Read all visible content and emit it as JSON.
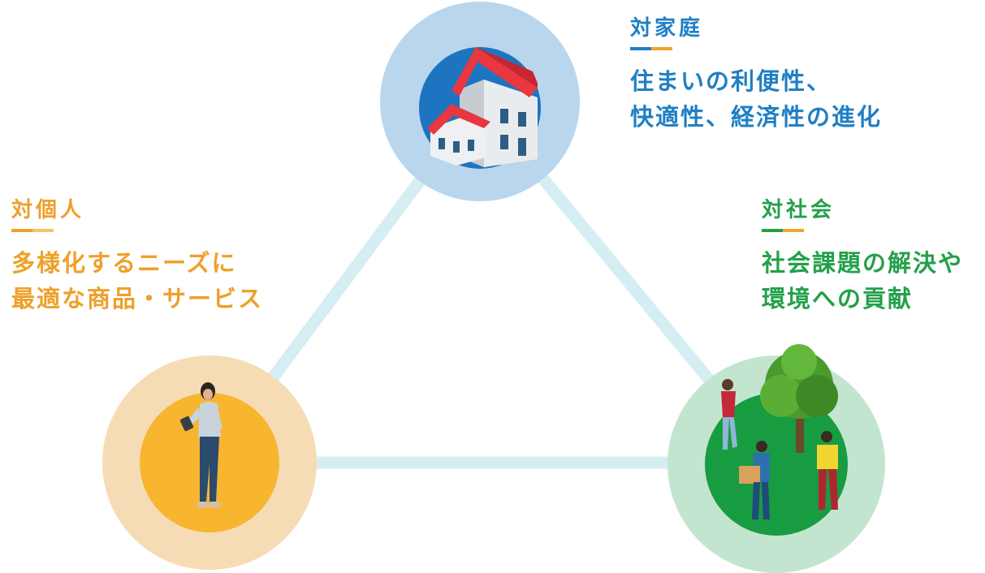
{
  "colors": {
    "household": "#1f7fc4",
    "individual": "#eea02a",
    "society": "#23a04a",
    "connector": "#d5eef4",
    "household_outer": "#b9d6ec",
    "household_inner": "#1d74c0",
    "individual_outer": "#f6dcb4",
    "individual_inner": "#f7b530",
    "society_outer": "#c3e5cf",
    "society_inner": "#179c42"
  },
  "household": {
    "heading": "対家庭",
    "lines": [
      "住まいの利便性、",
      "快適性、経済性の進化"
    ]
  },
  "individual": {
    "heading": "対個人",
    "lines": [
      "多様化するニーズに",
      "最適な商品・サービス"
    ]
  },
  "society": {
    "heading": "対社会",
    "lines": [
      "社会課題の解決や",
      "環境への貢献"
    ]
  }
}
